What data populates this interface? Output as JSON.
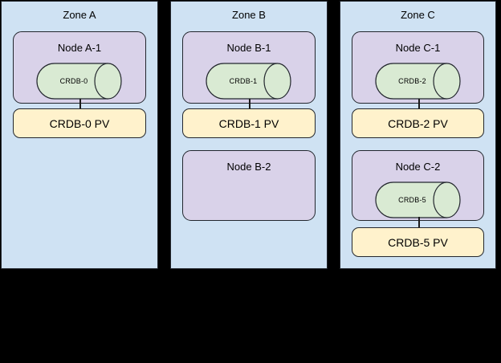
{
  "palette": {
    "background": "#000000",
    "zone_fill": "#cfe2f3",
    "node_fill": "#d9d2e9",
    "pv_fill": "#fff2cc",
    "cylinder_fill": "#d9ead3",
    "stroke": "#23272e",
    "connector": "#1b1b1b"
  },
  "zones": [
    {
      "title": "Zone A",
      "nodes": [
        {
          "label": "Node A-1",
          "db": "CRDB-0",
          "pv": "CRDB-0 PV"
        }
      ]
    },
    {
      "title": "Zone B",
      "nodes": [
        {
          "label": "Node B-1",
          "db": "CRDB-1",
          "pv": "CRDB-1 PV"
        },
        {
          "label": "Node B-2"
        }
      ]
    },
    {
      "title": "Zone C",
      "nodes": [
        {
          "label": "Node C-1",
          "db": "CRDB-2",
          "pv": "CRDB-2 PV"
        },
        {
          "label": "Node C-2",
          "db": "CRDB-5",
          "pv": "CRDB-5 PV"
        }
      ]
    }
  ]
}
